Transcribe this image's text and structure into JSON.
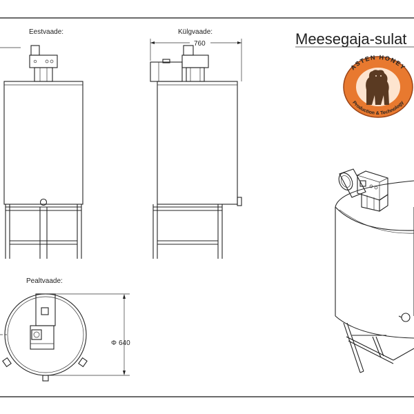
{
  "sheet": {
    "title": "Meesegaja-sulat",
    "views": {
      "front": "Eestvaade:",
      "side": "Külgvaade:",
      "top": "Pealtvaade:"
    },
    "dimensions": {
      "side_width": "760",
      "diameter": "640",
      "diameter_symbol": "Φ"
    },
    "logo": {
      "brand": "ASTEN HONEY",
      "tagline": "Production & Technology",
      "colors": {
        "ring": "#e8792f",
        "ring_dark": "#9a4417",
        "bear": "#5a3a22",
        "inner": "#fde4cf"
      }
    }
  }
}
